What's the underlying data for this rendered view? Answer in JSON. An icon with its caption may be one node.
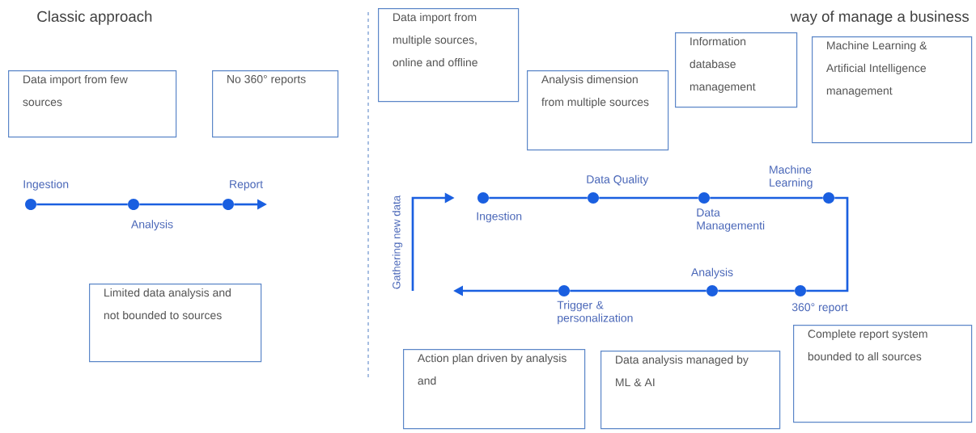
{
  "diagram": {
    "nodes": [
      {
        "text": [
          "Data import from few sources"
        ]
      },
      {
        "text": [
          "No 360° reports"
        ]
      },
      {
        "text": [],
        "shape": "circle",
        "beside": [
          "Ingestion"
        ]
      },
      {
        "text": [],
        "shape": "circle",
        "beside": [
          "Analysis"
        ]
      },
      {
        "text": [],
        "shape": "circle",
        "beside": [
          "Report"
        ]
      },
      {
        "text": [
          "Limited data analysis and not bounded to sources"
        ]
      },
      {
        "text": [
          "Data import from multiple sources, online and offline"
        ]
      },
      {
        "text": [
          "Analysis dimension from multiple sources"
        ]
      },
      {
        "text": [
          "Information database management"
        ]
      },
      {
        "text": [
          "Machine Learning & Artificial Intelligence management"
        ]
      },
      {
        "text": [],
        "shape": "circle",
        "beside": [
          "Ingestion"
        ]
      },
      {
        "text": [],
        "shape": "circle",
        "beside": [
          "Data Quality"
        ]
      },
      {
        "text": [],
        "shape": "circle",
        "beside": [
          "Data Managementi"
        ]
      },
      {
        "text": [],
        "shape": "circle",
        "beside": [
          "Machine Learning"
        ]
      },
      {
        "text": [],
        "shape": "circle",
        "beside": [
          "360° report"
        ]
      },
      {
        "text": [],
        "shape": "circle",
        "beside": [
          "Analysis"
        ]
      },
      {
        "text": [],
        "shape": "circle",
        "beside": [
          "Trigger & personalization"
        ]
      },
      {
        "text": [
          "Action plan driven by analysis and"
        ]
      },
      {
        "text": [
          "Data analysis managed by ML & AI"
        ]
      },
      {
        "text": [
          "Complete report system bounded to all sources"
        ]
      }
    ],
    "edges": [
      {
        "from": 2,
        "to": 3,
        "arrow": "none"
      },
      {
        "from": 3,
        "to": 4,
        "arrow": "none"
      },
      {
        "from": 4,
        "to": null,
        "arrow": "to"
      },
      {
        "from": 10,
        "to": 11,
        "arrow": "none"
      },
      {
        "from": 11,
        "to": 12,
        "arrow": "none"
      },
      {
        "from": 12,
        "to": 13,
        "arrow": "none"
      },
      {
        "from": 13,
        "to": 14,
        "arrow": "none"
      },
      {
        "from": 14,
        "to": 15,
        "arrow": "none"
      },
      {
        "from": 15,
        "to": 16,
        "arrow": "none"
      },
      {
        "from": 16,
        "to": null,
        "arrow": "to"
      },
      {
        "from": null,
        "to": 10,
        "arrow": "to",
        "label": "Gathering new data"
      }
    ],
    "labels": [
      "Classic approach",
      "way of manage a business"
    ]
  }
}
